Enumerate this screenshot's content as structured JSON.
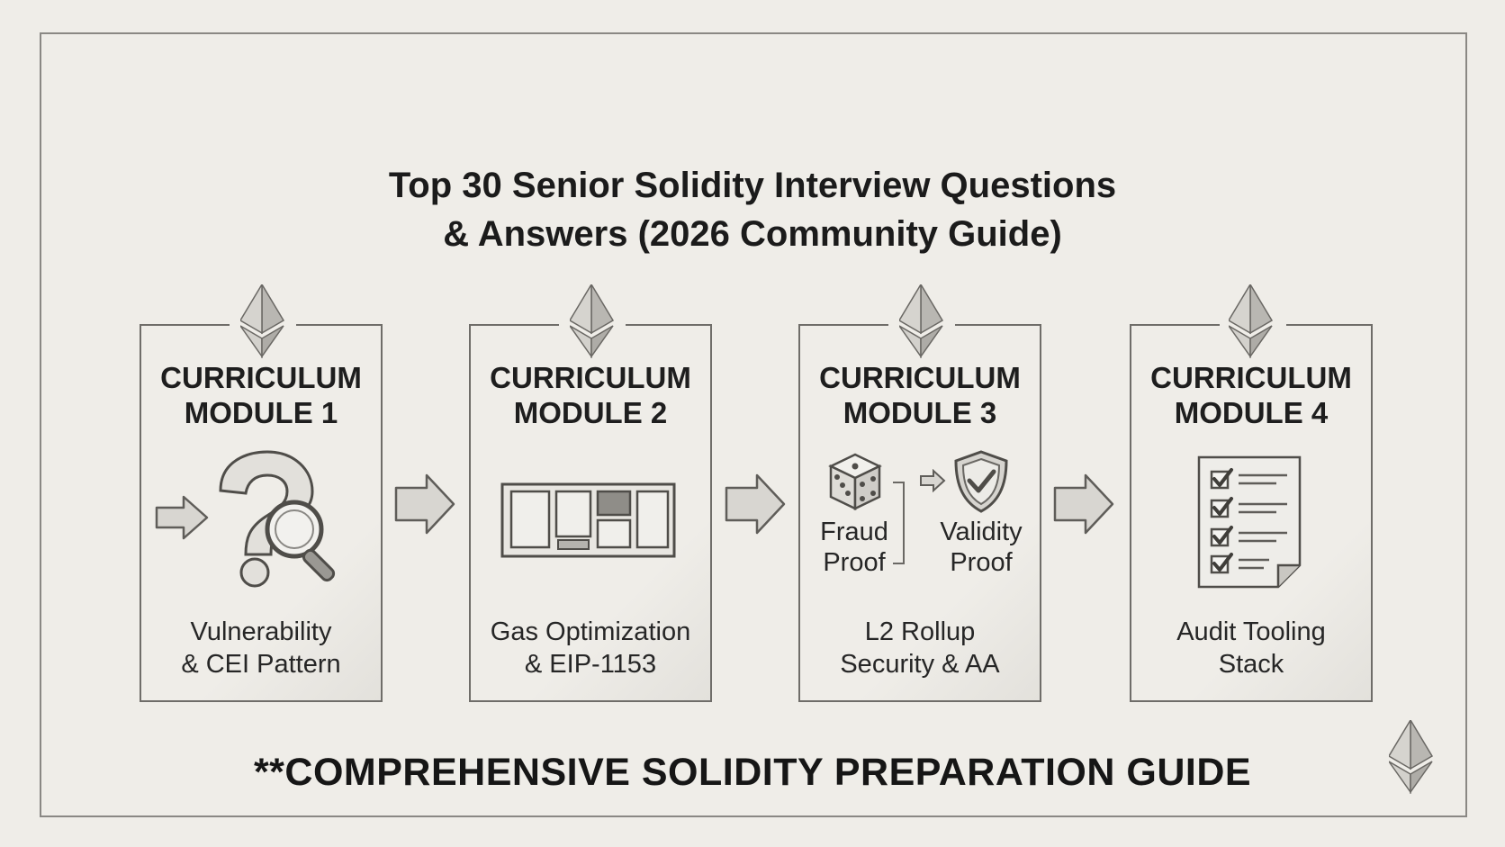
{
  "title": {
    "line1": "Top 30 Senior Solidity Interview Questions",
    "line2": "& Answers (2026 Community Guide)"
  },
  "modules": [
    {
      "title_line1": "CURRICULUM",
      "title_line2": "MODULE 1",
      "caption_line1": "Vulnerability",
      "caption_line2": "& CEI Pattern",
      "icon": "question-magnifier-icon"
    },
    {
      "title_line1": "CURRICULUM",
      "title_line2": "MODULE 2",
      "caption_line1": "Gas Optimization",
      "caption_line2": "& EIP-1153",
      "icon": "storage-slots-icon"
    },
    {
      "title_line1": "CURRICULUM",
      "title_line2": "MODULE 3",
      "caption_line1": "L2 Rollup",
      "caption_line2": "Security & AA",
      "icon": "dice-shield-icon",
      "fraud_line1": "Fraud",
      "fraud_line2": "Proof",
      "validity_line1": "Validity",
      "validity_line2": "Proof"
    },
    {
      "title_line1": "CURRICULUM",
      "title_line2": "MODULE 4",
      "caption_line1": "Audit Tooling",
      "caption_line2": "Stack",
      "icon": "checklist-icon"
    }
  ],
  "footer": "**COMPREHENSIVE SOLIDITY PREPARATION GUIDE",
  "colors": {
    "background": "#efede8",
    "line": "#6f6d69",
    "text": "#1c1c1c"
  }
}
